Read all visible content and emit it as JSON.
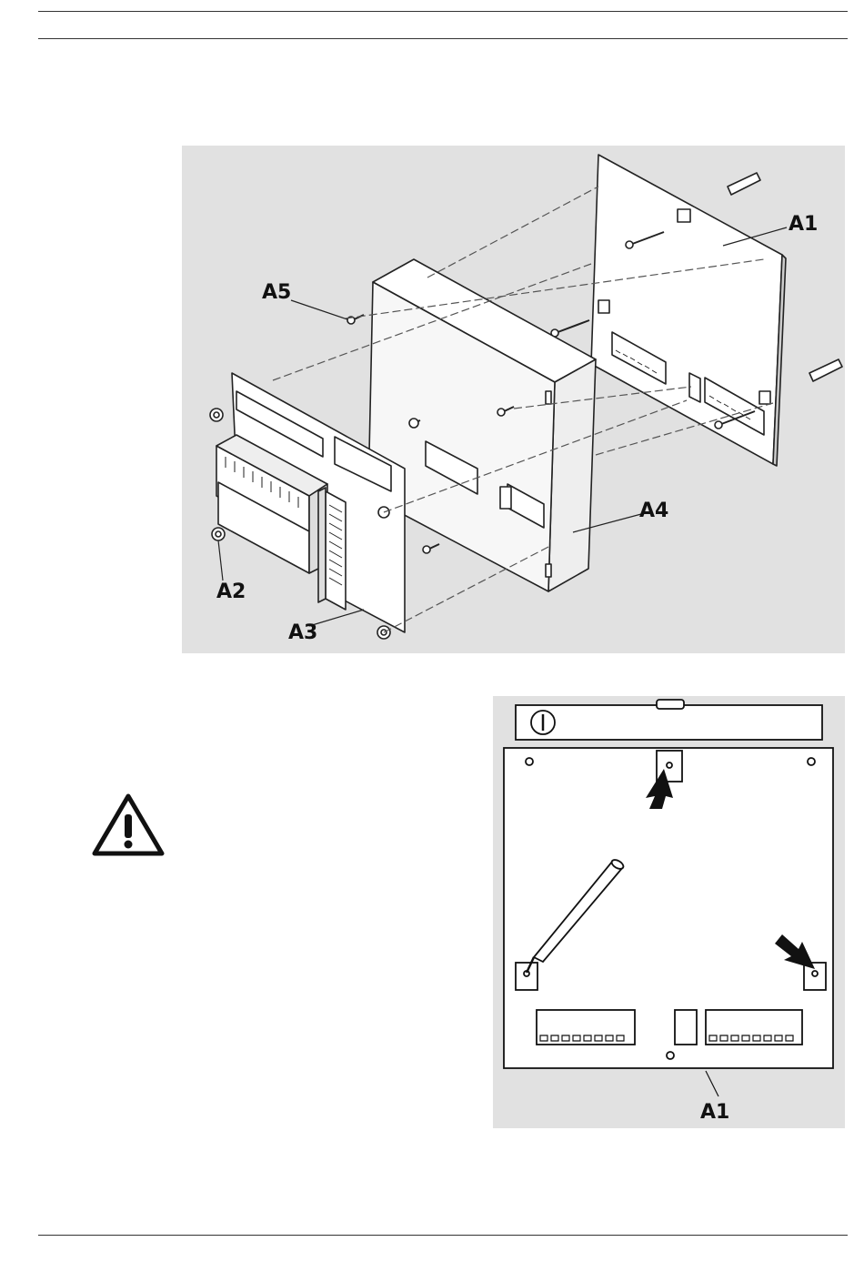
{
  "figure1": {
    "labels": {
      "a1": "A1",
      "a2": "A2",
      "a3": "A3",
      "a4": "A4",
      "a5": "A5"
    }
  },
  "figure2": {
    "labels": {
      "a1": "A1"
    }
  },
  "warning": {
    "icon": "warning-triangle-icon"
  }
}
